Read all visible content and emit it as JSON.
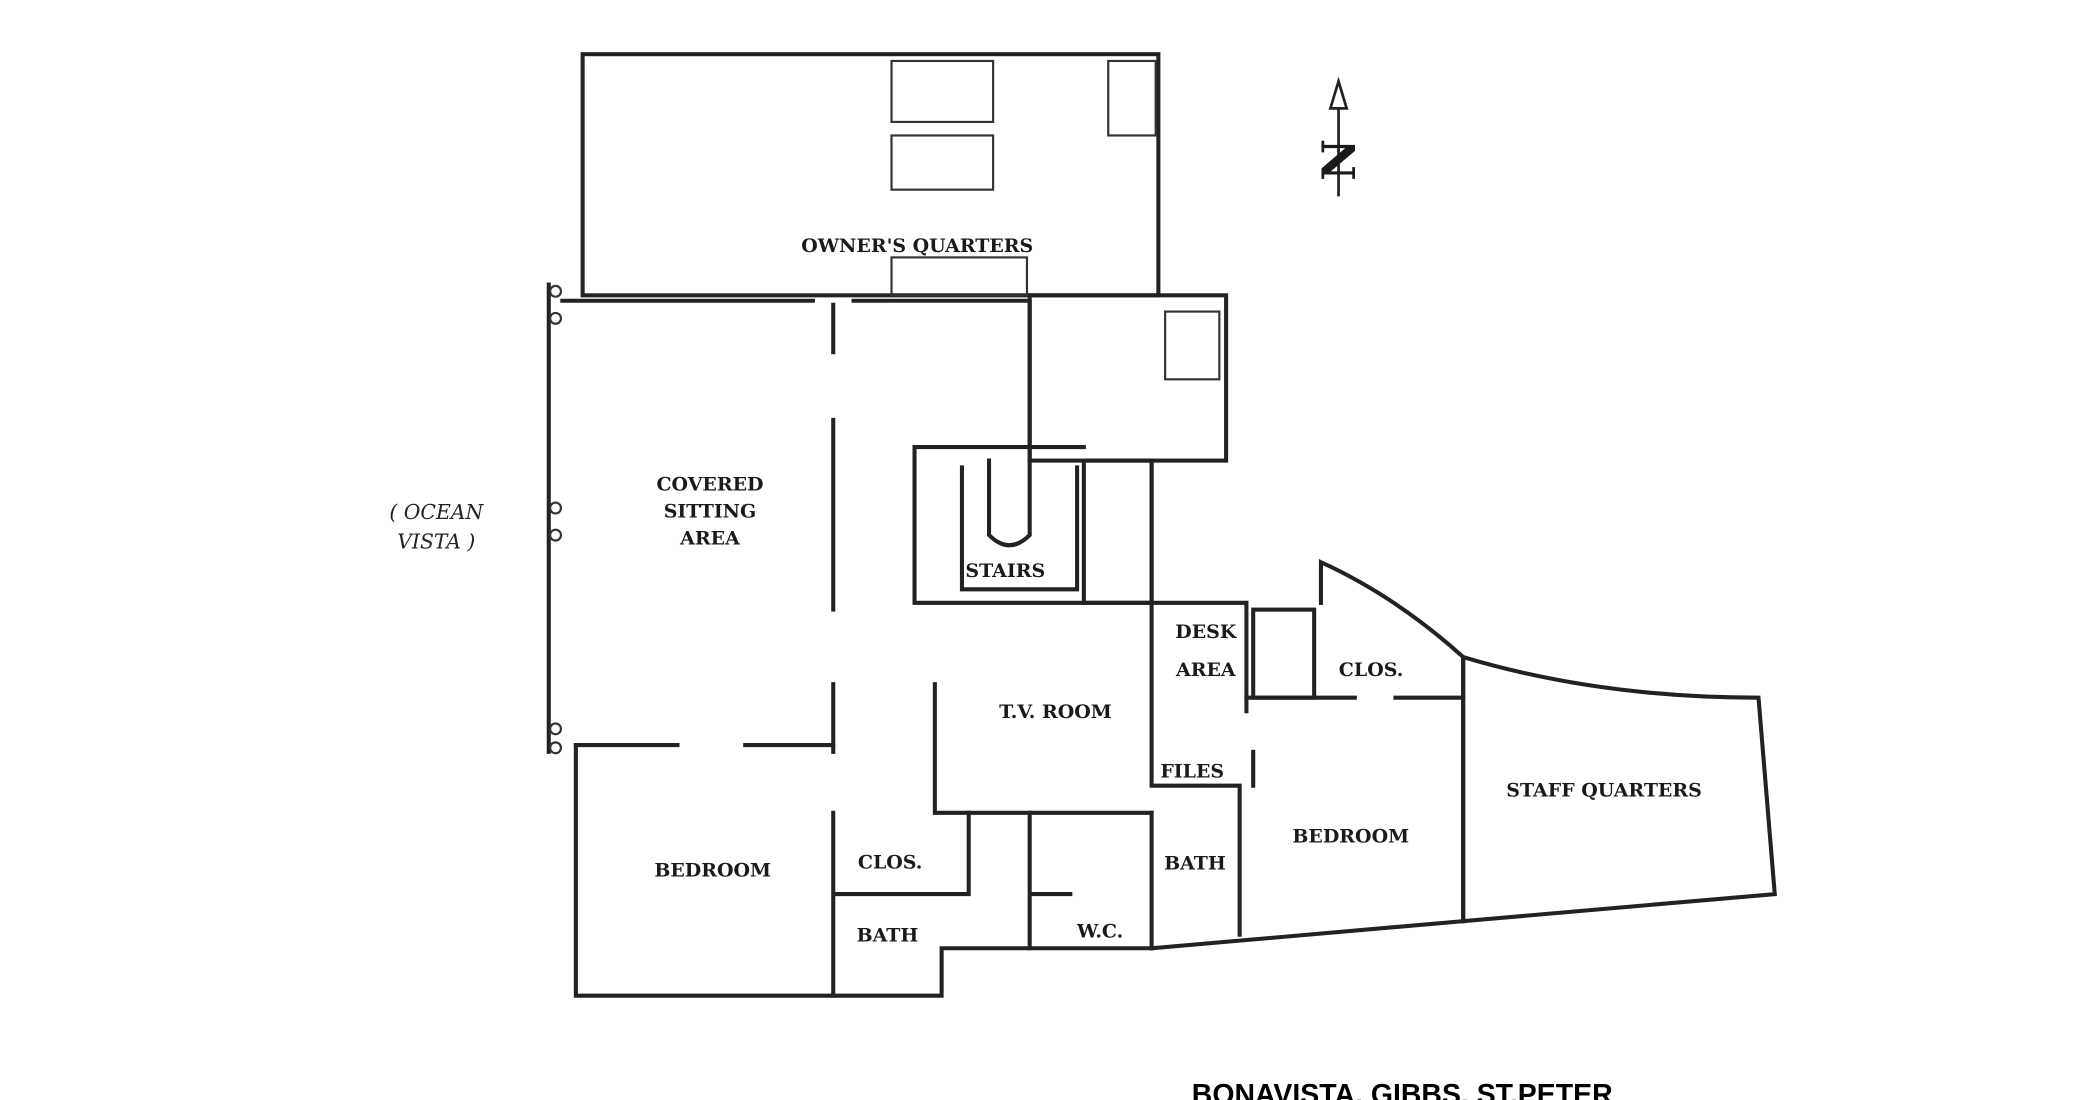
{
  "rooms": {
    "owners_quarters": "OWNER'S QUARTERS",
    "covered_sitting_1": "COVERED",
    "covered_sitting_2": "SITTING",
    "covered_sitting_3": "AREA",
    "stairs": "STAIRS",
    "desk_1": "DESK",
    "desk_2": "AREA",
    "clos_right": "CLOS.",
    "tv_room": "T.V. ROOM",
    "files": "FILES",
    "staff_quarters": "STAFF QUARTERS",
    "bedroom_left": "BEDROOM",
    "clos_left": "CLOS.",
    "bath_left": "BATH",
    "wc": "W.C.",
    "bath_right": "BATH",
    "bedroom_right": "BEDROOM"
  },
  "ocean_1": "( OCEAN",
  "ocean_2": "VISTA )",
  "north_label": "N",
  "title": "BONAVISTA, GIBBS, ST.PETER"
}
